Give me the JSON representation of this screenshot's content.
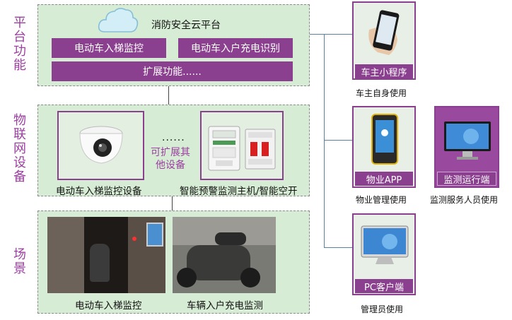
{
  "layers": {
    "platform": "平台功能",
    "iot": "物联网设备",
    "scene": "场景"
  },
  "platform": {
    "title": "消防安全云平台",
    "functions": [
      "电动车入梯监控",
      "电动车入户充电识别",
      "扩展功能......"
    ]
  },
  "iot": {
    "camera_caption": "电动车入梯监控设备",
    "ellipsis": "......",
    "extendable": "可扩展其他设备",
    "host_caption": "智能预警监测主机/智能空开"
  },
  "scene": {
    "elevator_caption": "电动车入梯监控",
    "charging_caption": "车辆入户充电监测"
  },
  "clients": [
    {
      "label": "车主小程序",
      "usage": "车主自身使用",
      "icon": "phone-icon"
    },
    {
      "label": "物业APP",
      "usage": "物业管理使用",
      "icon": "handheld-icon"
    },
    {
      "label": "监测运行端",
      "usage": "监测服务人员使用",
      "icon": "monitor-icon"
    },
    {
      "label": "PC客户端",
      "usage": "管理员使用",
      "icon": "monitor-icon"
    }
  ],
  "colors": {
    "panel": "#d6ecd4",
    "accent": "#8b3f8f",
    "connector": "#5b7fa0"
  }
}
